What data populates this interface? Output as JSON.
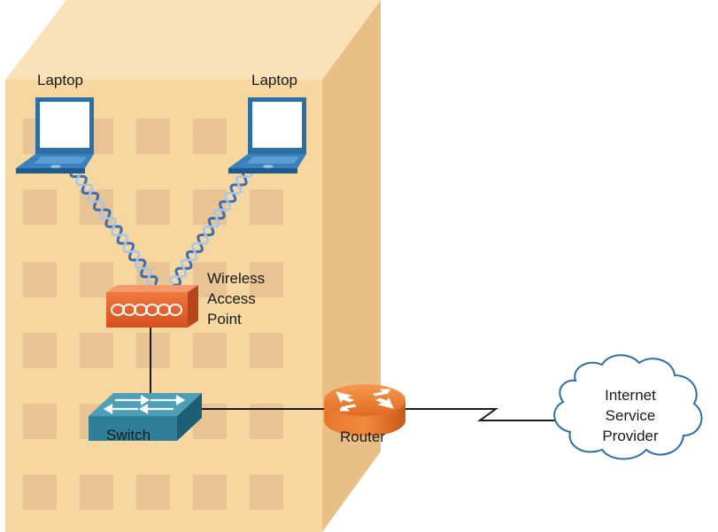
{
  "labels": {
    "laptop_left": "Laptop",
    "laptop_right": "Laptop",
    "wap_line1": "Wireless",
    "wap_line2": "Access",
    "wap_line3": "Point",
    "switch": "Switch",
    "router": "Router",
    "isp_line1": "Internet",
    "isp_line2": "Service",
    "isp_line3": "Provider"
  },
  "colors": {
    "building_front": "#f7d7a0",
    "building_side": "#e9bf88",
    "building_top": "#f9e2b8",
    "window": "#e8c393",
    "laptop_frame": "#2b6fa6",
    "laptop_screen": "#ffffff",
    "wireless_wave_dark": "#3d6fb0",
    "wireless_wave_light": "#a8c4e8",
    "access_point": "#e8623a",
    "switch": "#2f7f9a",
    "router": "#e8772e",
    "cable": "#1a1a1a",
    "cloud_stroke": "#2b6fa6"
  },
  "icons": {
    "laptop_left": "laptop-icon",
    "laptop_right": "laptop-icon",
    "access_point": "wireless-access-point-icon",
    "switch": "switch-icon",
    "router": "router-icon",
    "isp": "cloud-icon"
  }
}
